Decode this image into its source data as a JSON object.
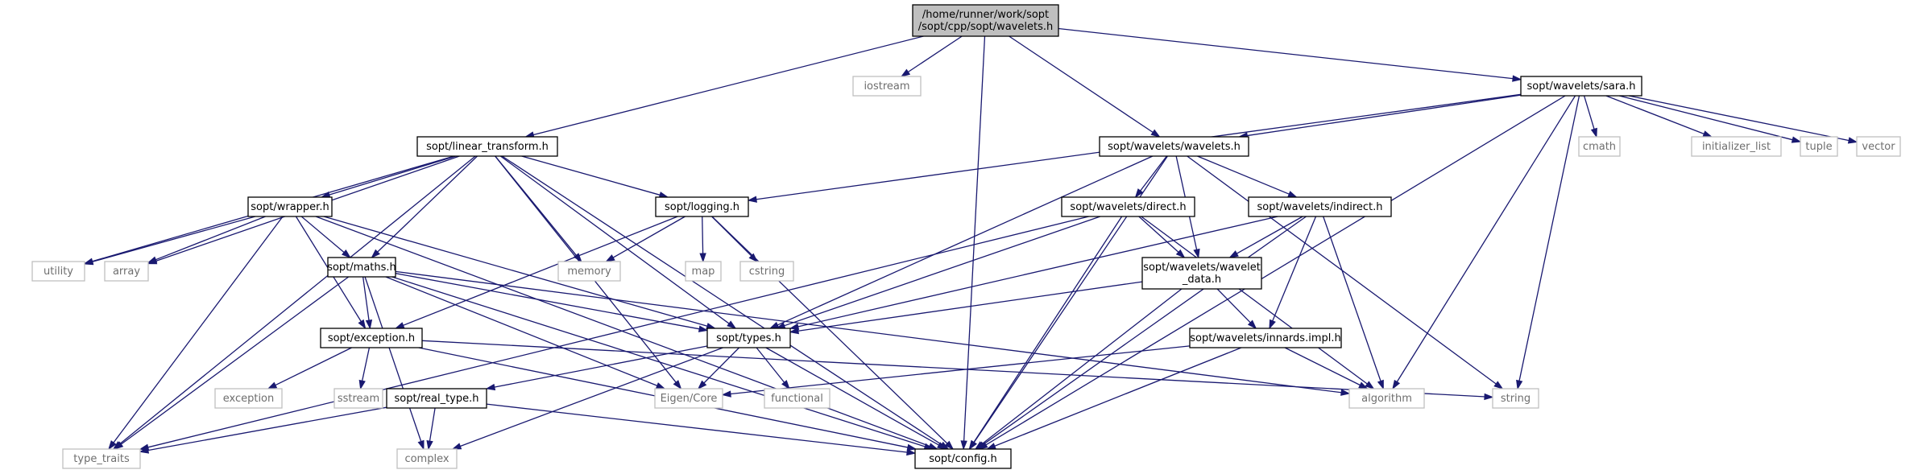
{
  "diagram": {
    "nodes": {
      "wavelets_main": {
        "lines": [
          "/home/runner/work/sopt",
          "/sopt/cpp/sopt/wavelets.h"
        ],
        "kind": "main"
      },
      "iostream": {
        "lines": [
          "iostream"
        ],
        "kind": "system"
      },
      "sara": {
        "lines": [
          "sopt/wavelets/sara.h"
        ],
        "kind": "project"
      },
      "linear_transform": {
        "lines": [
          "sopt/linear_transform.h"
        ],
        "kind": "project"
      },
      "wavelets_wavelets": {
        "lines": [
          "sopt/wavelets/wavelets.h"
        ],
        "kind": "project"
      },
      "cmath": {
        "lines": [
          "cmath"
        ],
        "kind": "system"
      },
      "initializer_list": {
        "lines": [
          "initializer_list"
        ],
        "kind": "system"
      },
      "tuple": {
        "lines": [
          "tuple"
        ],
        "kind": "system"
      },
      "vector": {
        "lines": [
          "vector"
        ],
        "kind": "system"
      },
      "wrapper": {
        "lines": [
          "sopt/wrapper.h"
        ],
        "kind": "project"
      },
      "logging": {
        "lines": [
          "sopt/logging.h"
        ],
        "kind": "project"
      },
      "direct": {
        "lines": [
          "sopt/wavelets/direct.h"
        ],
        "kind": "project"
      },
      "indirect": {
        "lines": [
          "sopt/wavelets/indirect.h"
        ],
        "kind": "project"
      },
      "utility": {
        "lines": [
          "utility"
        ],
        "kind": "system"
      },
      "array": {
        "lines": [
          "array"
        ],
        "kind": "system"
      },
      "maths": {
        "lines": [
          "sopt/maths.h"
        ],
        "kind": "project"
      },
      "memory": {
        "lines": [
          "memory"
        ],
        "kind": "system"
      },
      "map": {
        "lines": [
          "map"
        ],
        "kind": "system"
      },
      "cstring": {
        "lines": [
          "cstring"
        ],
        "kind": "system"
      },
      "wavelet_data": {
        "lines": [
          "sopt/wavelets/wavelet",
          "_data.h"
        ],
        "kind": "project"
      },
      "exception_h": {
        "lines": [
          "sopt/exception.h"
        ],
        "kind": "project"
      },
      "types": {
        "lines": [
          "sopt/types.h"
        ],
        "kind": "project"
      },
      "innards": {
        "lines": [
          "sopt/wavelets/innards.impl.h"
        ],
        "kind": "project"
      },
      "exception": {
        "lines": [
          "exception"
        ],
        "kind": "system"
      },
      "sstream": {
        "lines": [
          "sstream"
        ],
        "kind": "system"
      },
      "real_type": {
        "lines": [
          "sopt/real_type.h"
        ],
        "kind": "project"
      },
      "eigen_core": {
        "lines": [
          "Eigen/Core"
        ],
        "kind": "system"
      },
      "functional": {
        "lines": [
          "functional"
        ],
        "kind": "system"
      },
      "algorithm": {
        "lines": [
          "algorithm"
        ],
        "kind": "system"
      },
      "string": {
        "lines": [
          "string"
        ],
        "kind": "system"
      },
      "type_traits": {
        "lines": [
          "type_traits"
        ],
        "kind": "system"
      },
      "complex": {
        "lines": [
          "complex"
        ],
        "kind": "system"
      },
      "config": {
        "lines": [
          "sopt/config.h"
        ],
        "kind": "project"
      }
    },
    "edges": [
      [
        "wavelets_main",
        "iostream"
      ],
      [
        "wavelets_main",
        "linear_transform"
      ],
      [
        "wavelets_main",
        "config"
      ],
      [
        "wavelets_main",
        "wavelets_wavelets"
      ],
      [
        "wavelets_main",
        "sara"
      ],
      [
        "sara",
        "logging"
      ],
      [
        "sara",
        "wavelets_wavelets"
      ],
      [
        "sara",
        "cmath"
      ],
      [
        "sara",
        "initializer_list"
      ],
      [
        "sara",
        "tuple"
      ],
      [
        "sara",
        "vector"
      ],
      [
        "sara",
        "algorithm"
      ],
      [
        "sara",
        "string"
      ],
      [
        "sara",
        "config"
      ],
      [
        "linear_transform",
        "wrapper"
      ],
      [
        "linear_transform",
        "logging"
      ],
      [
        "linear_transform",
        "utility"
      ],
      [
        "linear_transform",
        "array"
      ],
      [
        "linear_transform",
        "maths"
      ],
      [
        "linear_transform",
        "memory"
      ],
      [
        "linear_transform",
        "types"
      ],
      [
        "linear_transform",
        "eigen_core"
      ],
      [
        "linear_transform",
        "type_traits"
      ],
      [
        "linear_transform",
        "config"
      ],
      [
        "wavelets_wavelets",
        "direct"
      ],
      [
        "wavelets_wavelets",
        "indirect"
      ],
      [
        "wavelets_wavelets",
        "wavelet_data"
      ],
      [
        "wavelets_wavelets",
        "types"
      ],
      [
        "wavelets_wavelets",
        "string"
      ],
      [
        "wavelets_wavelets",
        "config"
      ],
      [
        "wrapper",
        "utility"
      ],
      [
        "wrapper",
        "array"
      ],
      [
        "wrapper",
        "maths"
      ],
      [
        "wrapper",
        "exception_h"
      ],
      [
        "wrapper",
        "types"
      ],
      [
        "wrapper",
        "type_traits"
      ],
      [
        "wrapper",
        "config"
      ],
      [
        "logging",
        "memory"
      ],
      [
        "logging",
        "map"
      ],
      [
        "logging",
        "cstring"
      ],
      [
        "logging",
        "exception_h"
      ],
      [
        "logging",
        "config"
      ],
      [
        "direct",
        "wavelet_data"
      ],
      [
        "direct",
        "types"
      ],
      [
        "direct",
        "algorithm"
      ],
      [
        "direct",
        "type_traits"
      ],
      [
        "direct",
        "config"
      ],
      [
        "indirect",
        "wavelet_data"
      ],
      [
        "indirect",
        "types"
      ],
      [
        "indirect",
        "innards"
      ],
      [
        "indirect",
        "algorithm"
      ],
      [
        "indirect",
        "config"
      ],
      [
        "maths",
        "exception_h"
      ],
      [
        "maths",
        "types"
      ],
      [
        "maths",
        "algorithm"
      ],
      [
        "maths",
        "complex"
      ],
      [
        "maths",
        "eigen_core"
      ],
      [
        "maths",
        "type_traits"
      ],
      [
        "maths",
        "config"
      ],
      [
        "wavelet_data",
        "types"
      ],
      [
        "wavelet_data",
        "innards"
      ],
      [
        "wavelet_data",
        "config"
      ],
      [
        "exception_h",
        "exception"
      ],
      [
        "exception_h",
        "sstream"
      ],
      [
        "exception_h",
        "string"
      ],
      [
        "exception_h",
        "config"
      ],
      [
        "types",
        "real_type"
      ],
      [
        "types",
        "eigen_core"
      ],
      [
        "types",
        "functional"
      ],
      [
        "types",
        "complex"
      ],
      [
        "types",
        "config"
      ],
      [
        "innards",
        "eigen_core"
      ],
      [
        "innards",
        "algorithm"
      ],
      [
        "innards",
        "config"
      ],
      [
        "real_type",
        "type_traits"
      ],
      [
        "real_type",
        "complex"
      ],
      [
        "real_type",
        "config"
      ]
    ]
  }
}
